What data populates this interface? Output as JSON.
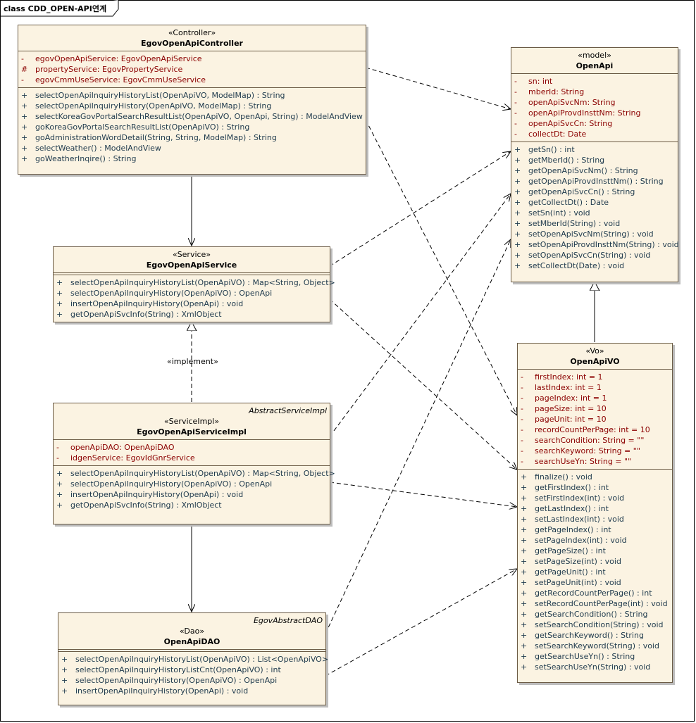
{
  "frame_title": "class CDD_OPEN-API연계",
  "implement_label": "«implement»",
  "classes": {
    "controller": {
      "stereotype": "«Controller»",
      "name": "EgovOpenApiController",
      "attributes": [
        {
          "vis": "-",
          "text": "egovOpenApiService:  EgovOpenApiService"
        },
        {
          "vis": "#",
          "text": "propertyService:  EgovPropertyService"
        },
        {
          "vis": "-",
          "text": "egovCmmUseService:  EgovCmmUseService"
        }
      ],
      "operations": [
        {
          "vis": "+",
          "text": "selectOpenApiInquiryHistoryList(OpenApiVO, ModelMap) : String"
        },
        {
          "vis": "+",
          "text": "selectOpenApiInquiryHistory(OpenApiVO, ModelMap) : String"
        },
        {
          "vis": "+",
          "text": "selectKoreaGovPortalSearchResultList(OpenApiVO, OpenApi, String) : ModelAndView"
        },
        {
          "vis": "+",
          "text": "goKoreaGovPortalSearchResultList(OpenApiVO) : String"
        },
        {
          "vis": "+",
          "text": "goAdministrationWordDetail(String, String, ModelMap) : String"
        },
        {
          "vis": "+",
          "text": "selectWeather() : ModelAndView"
        },
        {
          "vis": "+",
          "text": "goWeatherInqire() : String"
        }
      ]
    },
    "service": {
      "stereotype": "«Service»",
      "name": "EgovOpenApiService",
      "operations": [
        {
          "vis": "+",
          "text": "selectOpenApiInquiryHistoryList(OpenApiVO) : Map<String, Object>"
        },
        {
          "vis": "+",
          "text": "selectOpenApiInquiryHistory(OpenApiVO) : OpenApi"
        },
        {
          "vis": "+",
          "text": "insertOpenApiInquiryHistory(OpenApi) : void"
        },
        {
          "vis": "+",
          "text": "getOpenApiSvcInfo(String) : XmlObject"
        }
      ]
    },
    "serviceimpl": {
      "parent": "AbstractServiceImpl",
      "stereotype": "«ServiceImpl»",
      "name": "EgovOpenApiServiceImpl",
      "attributes": [
        {
          "vis": "-",
          "text": "openApiDAO:  OpenApiDAO"
        },
        {
          "vis": "-",
          "text": "idgenService:  EgovIdGnrService"
        }
      ],
      "operations": [
        {
          "vis": "+",
          "text": "selectOpenApiInquiryHistoryList(OpenApiVO) : Map<String, Object>"
        },
        {
          "vis": "+",
          "text": "selectOpenApiInquiryHistory(OpenApiVO) : OpenApi"
        },
        {
          "vis": "+",
          "text": "insertOpenApiInquiryHistory(OpenApi) : void"
        },
        {
          "vis": "+",
          "text": "getOpenApiSvcInfo(String) : XmlObject"
        }
      ]
    },
    "dao": {
      "parent": "EgovAbstractDAO",
      "stereotype": "«Dao»",
      "name": "OpenApiDAO",
      "operations": [
        {
          "vis": "+",
          "text": "selectOpenApiInquiryHistoryList(OpenApiVO) : List<OpenApiVO>"
        },
        {
          "vis": "+",
          "text": "selectOpenApiInquiryHistoryListCnt(OpenApiVO) : int"
        },
        {
          "vis": "+",
          "text": "selectOpenApiInquiryHistory(OpenApiVO) : OpenApi"
        },
        {
          "vis": "+",
          "text": "insertOpenApiInquiryHistory(OpenApi) : void"
        }
      ]
    },
    "model": {
      "stereotype": "«model»",
      "name": "OpenApi",
      "attributes": [
        {
          "vis": "-",
          "text": "sn:  int"
        },
        {
          "vis": "-",
          "text": "mberId:  String"
        },
        {
          "vis": "-",
          "text": "openApiSvcNm:  String"
        },
        {
          "vis": "-",
          "text": "openApiProvdInsttNm:  String"
        },
        {
          "vis": "-",
          "text": "openApiSvcCn:  String"
        },
        {
          "vis": "-",
          "text": "collectDt:  Date"
        }
      ],
      "operations": [
        {
          "vis": "+",
          "text": "getSn() : int"
        },
        {
          "vis": "+",
          "text": "getMberId() : String"
        },
        {
          "vis": "+",
          "text": "getOpenApiSvcNm() : String"
        },
        {
          "vis": "+",
          "text": "getOpenApiProvdInsttNm() : String"
        },
        {
          "vis": "+",
          "text": "getOpenApiSvcCn() : String"
        },
        {
          "vis": "+",
          "text": "getCollectDt() : Date"
        },
        {
          "vis": "+",
          "text": "setSn(int) : void"
        },
        {
          "vis": "+",
          "text": "setMberId(String) : void"
        },
        {
          "vis": "+",
          "text": "setOpenApiSvcNm(String) : void"
        },
        {
          "vis": "+",
          "text": "setOpenApiProvdInsttNm(String) : void"
        },
        {
          "vis": "+",
          "text": "setOpenApiSvcCn(String) : void"
        },
        {
          "vis": "+",
          "text": "setCollectDt(Date) : void"
        }
      ]
    },
    "vo": {
      "stereotype": "«Vo»",
      "name": "OpenApiVO",
      "attributes": [
        {
          "vis": "-",
          "text": "firstIndex:  int = 1"
        },
        {
          "vis": "-",
          "text": "lastIndex:  int = 1"
        },
        {
          "vis": "-",
          "text": "pageIndex:  int = 1"
        },
        {
          "vis": "-",
          "text": "pageSize:  int = 10"
        },
        {
          "vis": "-",
          "text": "pageUnit:  int = 10"
        },
        {
          "vis": "-",
          "text": "recordCountPerPage:  int = 10"
        },
        {
          "vis": "-",
          "text": "searchCondition:  String = \"\""
        },
        {
          "vis": "-",
          "text": "searchKeyword:  String = \"\""
        },
        {
          "vis": "-",
          "text": "searchUseYn:  String = \"\""
        }
      ],
      "operations": [
        {
          "vis": "+",
          "text": "finalize() : void"
        },
        {
          "vis": "+",
          "text": "getFirstIndex() : int"
        },
        {
          "vis": "+",
          "text": "setFirstIndex(int) : void"
        },
        {
          "vis": "+",
          "text": "getLastIndex() : int"
        },
        {
          "vis": "+",
          "text": "setLastIndex(int) : void"
        },
        {
          "vis": "+",
          "text": "getPageIndex() : int"
        },
        {
          "vis": "+",
          "text": "setPageIndex(int) : void"
        },
        {
          "vis": "+",
          "text": "getPageSize() : int"
        },
        {
          "vis": "+",
          "text": "setPageSize(int) : void"
        },
        {
          "vis": "+",
          "text": "getPageUnit() : int"
        },
        {
          "vis": "+",
          "text": "setPageUnit(int) : void"
        },
        {
          "vis": "+",
          "text": "getRecordCountPerPage() : int"
        },
        {
          "vis": "+",
          "text": "setRecordCountPerPage(int) : void"
        },
        {
          "vis": "+",
          "text": "getSearchCondition() : String"
        },
        {
          "vis": "+",
          "text": "setSearchCondition(String) : void"
        },
        {
          "vis": "+",
          "text": "getSearchKeyword() : String"
        },
        {
          "vis": "+",
          "text": "setSearchKeyword(String) : void"
        },
        {
          "vis": "+",
          "text": "getSearchUseYn() : String"
        },
        {
          "vis": "+",
          "text": "setSearchUseYn(String) : void"
        }
      ]
    }
  }
}
